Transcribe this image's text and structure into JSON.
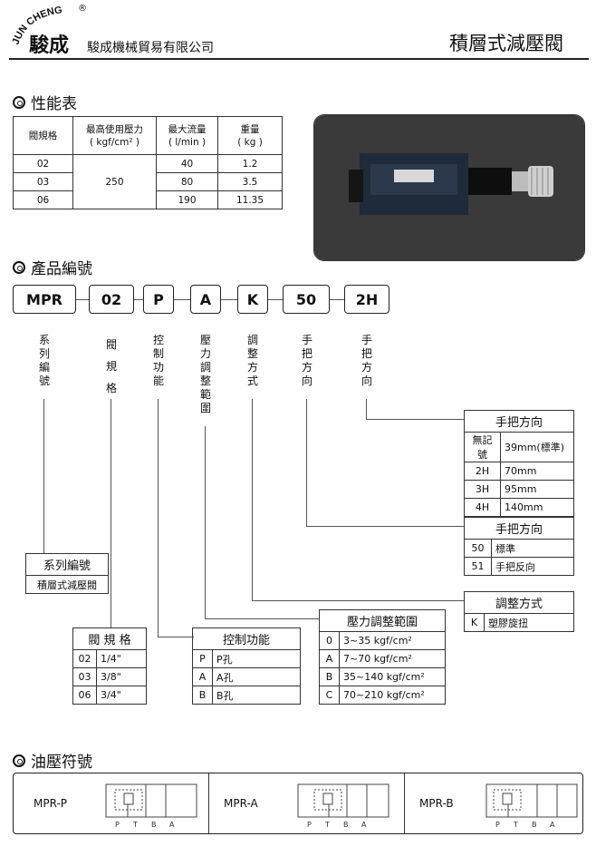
{
  "header": {
    "brand_en": "JUN CHENG",
    "brand_reg": "®",
    "brand_cn": "駿成",
    "company": "駿成機械貿易有限公司",
    "product_title": "積層式減壓閥"
  },
  "performance": {
    "title": "性能表",
    "headers": [
      "閥規格",
      "最高使用壓力",
      "( kgf/cm² )",
      "最大流量",
      "( l/min )",
      "重量",
      "( kg )"
    ],
    "pressure": "250",
    "rows": [
      {
        "size": "02",
        "flow": "40",
        "weight": "1.2"
      },
      {
        "size": "03",
        "flow": "80",
        "weight": "3.5"
      },
      {
        "size": "06",
        "flow": "190",
        "weight": "11.35"
      }
    ]
  },
  "code": {
    "title": "產品編號",
    "parts": [
      "MPR",
      "02",
      "P",
      "A",
      "K",
      "50",
      "2H"
    ],
    "labels": [
      "系列編號",
      "閥規格",
      "控制功能",
      "壓力調整範圍",
      "調整方式",
      "手把方向",
      "手把方向"
    ]
  },
  "boxes": {
    "series": {
      "title": "系列編號",
      "value": "積層式減壓閥"
    },
    "size": {
      "title": "閥 規 格",
      "rows": [
        [
          "02",
          "1/4\""
        ],
        [
          "03",
          "3/8\""
        ],
        [
          "06",
          "3/4\""
        ]
      ]
    },
    "control": {
      "title": "控制功能",
      "rows": [
        [
          "P",
          "P孔"
        ],
        [
          "A",
          "A孔"
        ],
        [
          "B",
          "B孔"
        ]
      ]
    },
    "pressure": {
      "title": "壓力調整範圍",
      "rows": [
        [
          "0",
          "3~35 kgf/cm²"
        ],
        [
          "A",
          "7~70 kgf/cm²"
        ],
        [
          "B",
          "35~140 kgf/cm²"
        ],
        [
          "C",
          "70~210 kgf/cm²"
        ]
      ]
    },
    "adjust": {
      "title": "調整方式",
      "rows": [
        [
          "K",
          "塑膠旋扭"
        ]
      ]
    },
    "handle_dir": {
      "title": "手把方向",
      "rows": [
        [
          "50",
          "標準"
        ],
        [
          "51",
          "手把反向"
        ]
      ]
    },
    "handle_len": {
      "title": "手把方向",
      "rows": [
        [
          "無記號",
          "39mm(標準)"
        ],
        [
          "2H",
          "70mm"
        ],
        [
          "3H",
          "95mm"
        ],
        [
          "4H",
          "140mm"
        ]
      ]
    }
  },
  "symbols": {
    "title": "油壓符號",
    "items": [
      "MPR-P",
      "MPR-A",
      "MPR-B"
    ],
    "ports": [
      "P",
      "T",
      "B",
      "A"
    ]
  },
  "colors": {
    "photo_bg": "#3a3a3a",
    "line": "#555555"
  }
}
